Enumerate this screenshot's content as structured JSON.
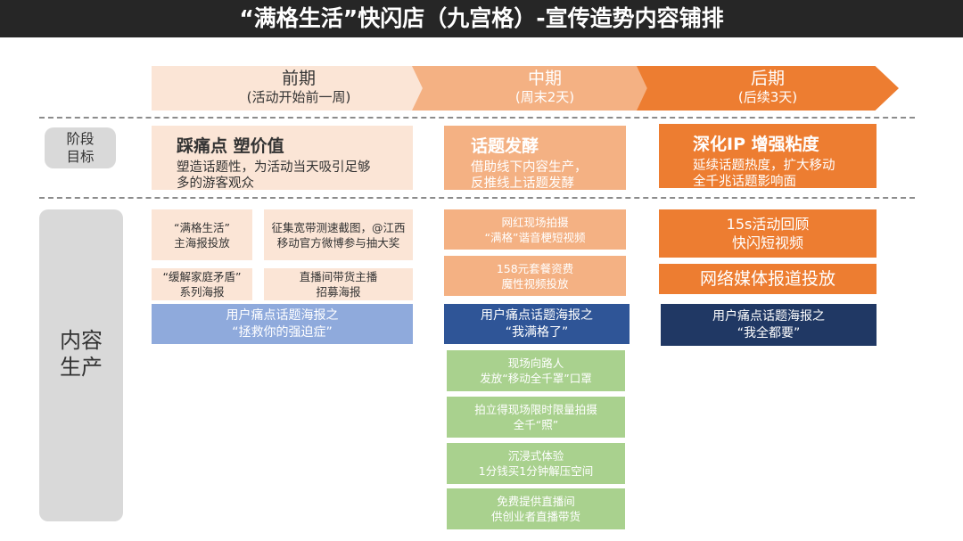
{
  "title": "“满格生活”快闪店（九宫格）-宣传造势内容铺排",
  "phases": [
    {
      "name": "前期",
      "sub": "(活动开始前一周)"
    },
    {
      "name": "中期",
      "sub": "(周末2天)"
    },
    {
      "name": "后期",
      "sub": "(后续3天)"
    }
  ],
  "row_labels": {
    "goal": [
      "阶段",
      "目标"
    ],
    "content": [
      "内容",
      "生产"
    ]
  },
  "goals": [
    {
      "title": "踩痛点  塑价值",
      "lines": [
        "塑造话题性，为活动当天吸引足够",
        "多的游客观众"
      ]
    },
    {
      "title": "话题发酵",
      "lines": [
        "借助线下内容生产，",
        "反推线上话题发酵"
      ]
    },
    {
      "title": "深化IP  增强粘度",
      "lines": [
        "延续话题热度，扩大移动",
        "全千兆话题影响面"
      ]
    }
  ],
  "early_items": [
    [
      "“满格生活”",
      "主海报投放"
    ],
    [
      "征集宽带测速截图，@江西",
      "移动官方微博参与抽大奖"
    ],
    [
      "“缓解家庭矛盾”",
      "系列海报"
    ],
    [
      "直播间带货主播",
      "招募海报"
    ]
  ],
  "early_blue": [
    "用户痛点话题海报之",
    "“拯救你的强迫症”"
  ],
  "mid_items": [
    [
      "网红现场拍摄",
      "“满格”谐音梗短视频"
    ],
    [
      "158元套餐资费",
      "魔性视频投放"
    ]
  ],
  "mid_blue": [
    "用户痛点话题海报之",
    "“我满格了”"
  ],
  "mid_green": [
    [
      "现场向路人",
      "发放“移动全千罩”口罩"
    ],
    [
      "拍立得现场限时限量拍摄",
      "全千“照”"
    ],
    [
      "沉浸式体验",
      "1分钱买1分钟解压空间"
    ],
    [
      "免费提供直播间",
      "供创业者直播带货"
    ]
  ],
  "late_items": [
    [
      "15s活动回顾",
      "快闪短视频"
    ],
    [
      "网络媒体报道投放"
    ]
  ],
  "late_blue": [
    "用户痛点话题海报之",
    "“我全都要”"
  ],
  "colors": {
    "title_bg": "#262626",
    "early": "#fbe5d6",
    "mid": "#f4b183",
    "late": "#ed7d31",
    "green": "#a9d18e",
    "blue_light": "#8faadc",
    "blue_mid": "#2f5597",
    "blue_dark": "#203864",
    "tag_grey": "#d9d9d9"
  }
}
